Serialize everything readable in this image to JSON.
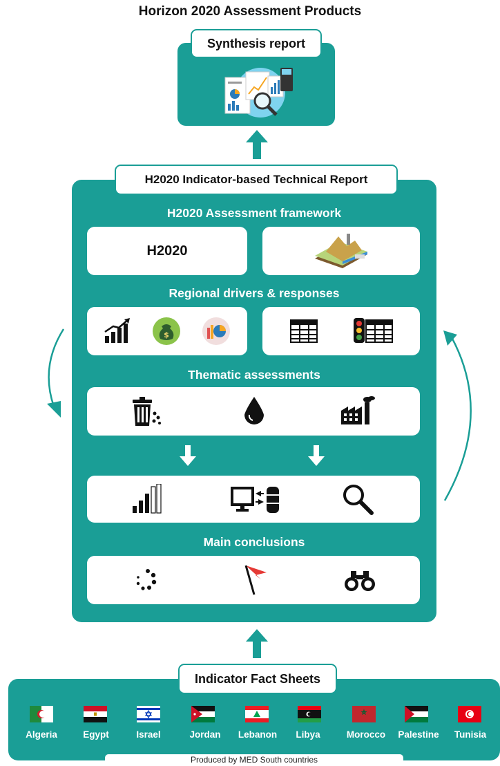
{
  "title": "Horizon 2020 Assessment Products",
  "synthesis": {
    "label": "Synthesis report",
    "icon": "report-analysis-icon"
  },
  "technical_report": {
    "label": "H2020 Indicator-based Technical Report",
    "sections": [
      {
        "heading": "H2020 Assessment framework",
        "cards": [
          {
            "text": "H2020"
          },
          {
            "icon": "landscape-icon"
          }
        ]
      },
      {
        "heading": "Regional drivers & responses",
        "cards": [
          {
            "icons": [
              "growth-chart-icon",
              "money-bag-icon",
              "pie-chart-icon"
            ]
          },
          {
            "icons": [
              "table-icon",
              "traffic-light-table-icon"
            ]
          }
        ]
      },
      {
        "heading": "Thematic assessments",
        "icons": [
          "waste-bin-icon",
          "water-drop-icon",
          "factory-icon"
        ]
      },
      {
        "heading": "",
        "icons": [
          "signal-bars-icon",
          "computer-database-icon",
          "magnifier-icon"
        ]
      },
      {
        "heading": "Main conclusions",
        "icons": [
          "dots-spinner-icon",
          "flag-icon",
          "binoculars-icon"
        ]
      }
    ]
  },
  "fact_sheets": {
    "label": "Indicator Fact Sheets",
    "footer": "Produced by MED South countries",
    "countries": [
      "Algeria",
      "Egypt",
      "Israel",
      "Jordan",
      "Lebanon",
      "Libya",
      "Morocco",
      "Palestine",
      "Tunisia"
    ]
  },
  "colors": {
    "teal": "#1a9e96",
    "white": "#ffffff",
    "text": "#111111"
  }
}
